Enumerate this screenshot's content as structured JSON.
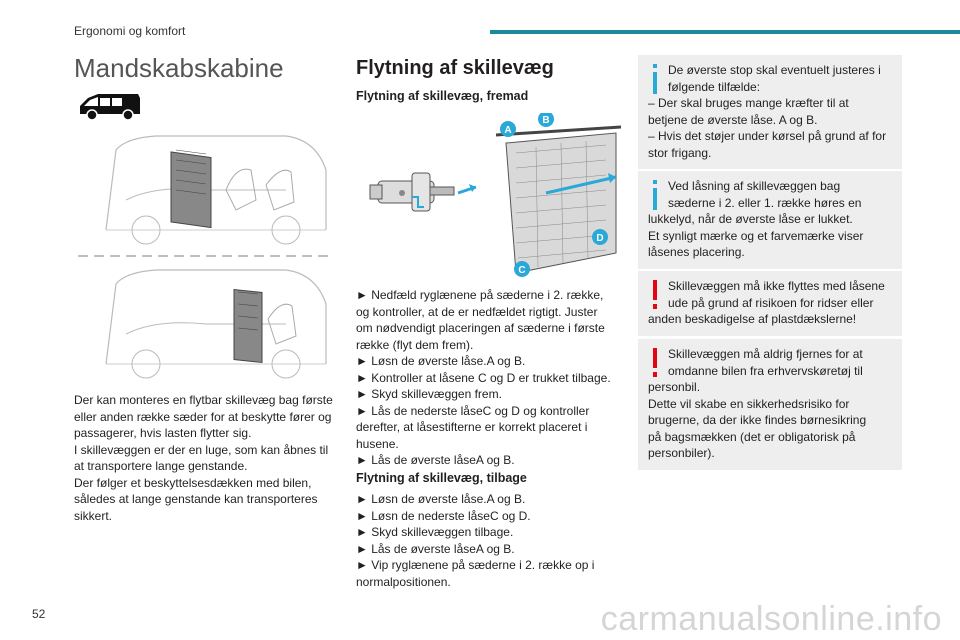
{
  "header": {
    "chapter": "Ergonomi og komfort"
  },
  "page_number": "52",
  "watermark": "carmanualsonline.info",
  "left": {
    "title": "Mandskabskabine",
    "paragraphs": [
      "Der kan monteres en flytbar skillevæg bag første",
      "eller anden række sæder for at beskytte fører og",
      "passagerer, hvis lasten flytter sig.",
      "I skillevæggen er der en luge, som kan åbnes til",
      "at transportere lange genstande.",
      "Der følger et beskyttelsesdækken med bilen,",
      "således at lange genstande kan transporteres",
      "sikkert."
    ]
  },
  "middle": {
    "title": "Flytning af skillevæg",
    "forward_heading": "Flytning af skillevæg, fremad",
    "callouts": [
      "A",
      "B",
      "C",
      "D"
    ],
    "forward_steps": [
      "► Nedfæld ryglænene på sæderne i 2. række,",
      "og kontroller, at de er nedfældet rigtigt. Juster",
      "om nødvendigt placeringen af sæderne i første",
      "række (flyt dem frem).",
      "► Løsn de øverste låse.A og B.",
      "► Kontroller at låsene C og D er trukket tilbage.",
      "► Skyd skillevæggen frem.",
      "► Lås de nederste låseC og D og kontroller",
      "derefter, at låsestifterne er korrekt placeret i",
      "husene.",
      "► Lås de øverste låseA og B."
    ],
    "back_heading": "Flytning af skillevæg, tilbage",
    "back_steps": [
      "► Løsn de øverste låse.A og B.",
      "► Løsn de nederste låseC og D.",
      "► Skyd skillevæggen tilbage.",
      "► Lås de øverste låseA og B.",
      "► Vip ryglænene på sæderne i 2. række op i",
      "normalpositionen."
    ]
  },
  "right": {
    "boxes": [
      {
        "type": "info",
        "lines": [
          "De øverste stop skal eventuelt justeres i",
          "følgende tilfælde:",
          "– Der skal bruges mange kræfter til at",
          "betjene de øverste låse. A og B.",
          "– Hvis det støjer under kørsel på grund af for",
          "stor frigang."
        ]
      },
      {
        "type": "info",
        "lines": [
          "Ved låsning af skillevæggen bag",
          "sæderne i 2. eller 1. række høres en",
          "lukkelyd, når de øverste låse er lukket.",
          "Et synligt mærke og et farvemærke viser",
          "låsenes placering."
        ]
      },
      {
        "type": "warning",
        "lines": [
          "Skillevæggen må ikke flyttes med låsene",
          "ude på grund af risikoen for ridser eller",
          "anden beskadigelse af plastdækslerne!"
        ]
      },
      {
        "type": "warning",
        "lines": [
          "Skillevæggen må aldrig fjernes for at",
          "omdanne bilen fra erhvervskøretøj til",
          "personbil.",
          "Dette vil skabe en sikkerhedsrisiko for",
          "brugerne, da der ikke findes børnesikring",
          "på bagsmækken (det er obligatorisk på",
          "personbiler)."
        ]
      }
    ]
  },
  "colors": {
    "accent": "#1b8a9a",
    "info": "#2aa8d8",
    "warning": "#e30613",
    "box_bg": "#eeeeee"
  }
}
